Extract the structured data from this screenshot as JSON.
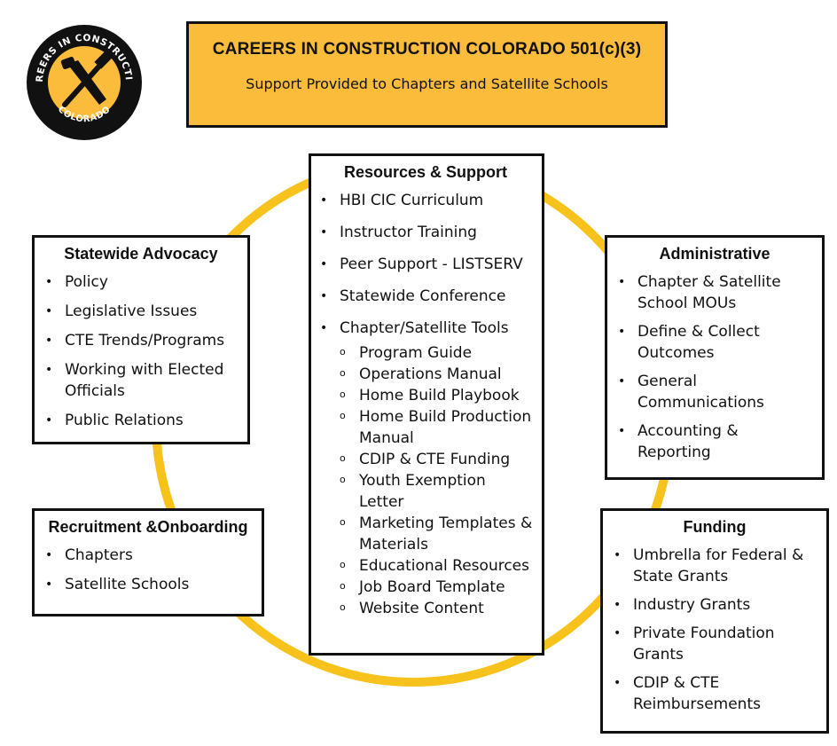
{
  "colors": {
    "accent": "#fbbc3c",
    "ring": "#f7c21b",
    "border": "#111111"
  },
  "logo": {
    "top_text": "CAREERS IN CONSTRUCTION",
    "bottom_text": "COLORADO",
    "icon": "hammer-saw-icon"
  },
  "header": {
    "title": "CAREERS IN CONSTRUCTION COLORADO 501(c)(3)",
    "subtitle": "Support Provided to Chapters and Satellite Schools"
  },
  "statewide": {
    "title": "Statewide Advocacy",
    "items": [
      "Policy",
      "Legislative Issues",
      "CTE Trends/Programs",
      "Working with Elected Officials",
      "Public Relations"
    ]
  },
  "recruitment": {
    "title": "Recruitment &Onboarding",
    "items": [
      "Chapters",
      "Satellite Schools"
    ]
  },
  "resources": {
    "title": "Resources & Support",
    "items": [
      "HBI CIC Curriculum",
      "Instructor Training",
      "Peer Support - LISTSERV",
      "Statewide Conference",
      "Chapter/Satellite Tools"
    ],
    "tools": [
      "Program Guide",
      "Operations Manual",
      "Home Build Playbook",
      "Home Build Production Manual",
      "CDIP & CTE Funding",
      "Youth Exemption Letter",
      "Marketing Templates & Materials",
      "Educational Resources",
      "Job Board Template",
      "Website Content"
    ]
  },
  "administrative": {
    "title": "Administrative",
    "items": [
      "Chapter & Satellite School MOUs",
      "Define & Collect Outcomes",
      "General Communications",
      "Accounting & Reporting"
    ]
  },
  "funding": {
    "title": "Funding",
    "items": [
      "Umbrella for Federal & State Grants",
      "Industry Grants",
      "Private Foundation Grants",
      "CDIP & CTE Reimbursements"
    ]
  }
}
